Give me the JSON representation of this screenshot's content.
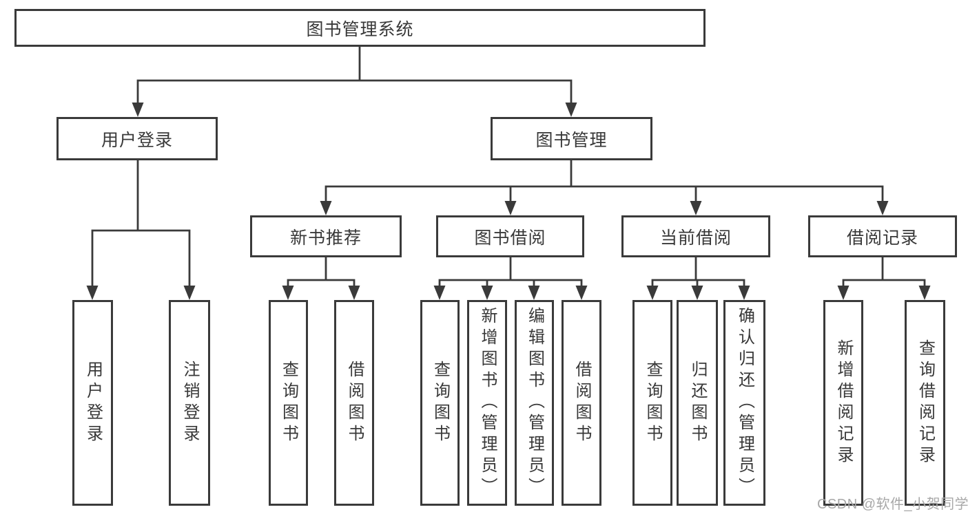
{
  "nodes": {
    "root": {
      "label": "图书管理系统"
    },
    "l2": [
      {
        "label": "用户登录"
      },
      {
        "label": "图书管理"
      }
    ],
    "l3": [
      {
        "label": "新书推荐"
      },
      {
        "label": "图书借阅"
      },
      {
        "label": "当前借阅"
      },
      {
        "label": "借阅记录"
      }
    ],
    "l4": [
      {
        "label": "用户登录"
      },
      {
        "label": "注销登录"
      },
      {
        "label": "查询图书"
      },
      {
        "label": "借阅图书"
      },
      {
        "label": "查询图书"
      },
      {
        "label": "新增图书（管理员）"
      },
      {
        "label": "编辑图书（管理员）"
      },
      {
        "label": "借阅图书"
      },
      {
        "label": "查询图书"
      },
      {
        "label": "归还图书"
      },
      {
        "label": "确认归还（管理员）"
      },
      {
        "label": "新增借阅记录"
      },
      {
        "label": "查询借阅记录"
      }
    ]
  },
  "watermark": "CSDN @软件_小贺同学",
  "colors": {
    "line": "#3a3a3a",
    "box_border": "#3a3a3a",
    "text": "#383838",
    "background": "#ffffff",
    "watermark": "#a8a8a8"
  }
}
